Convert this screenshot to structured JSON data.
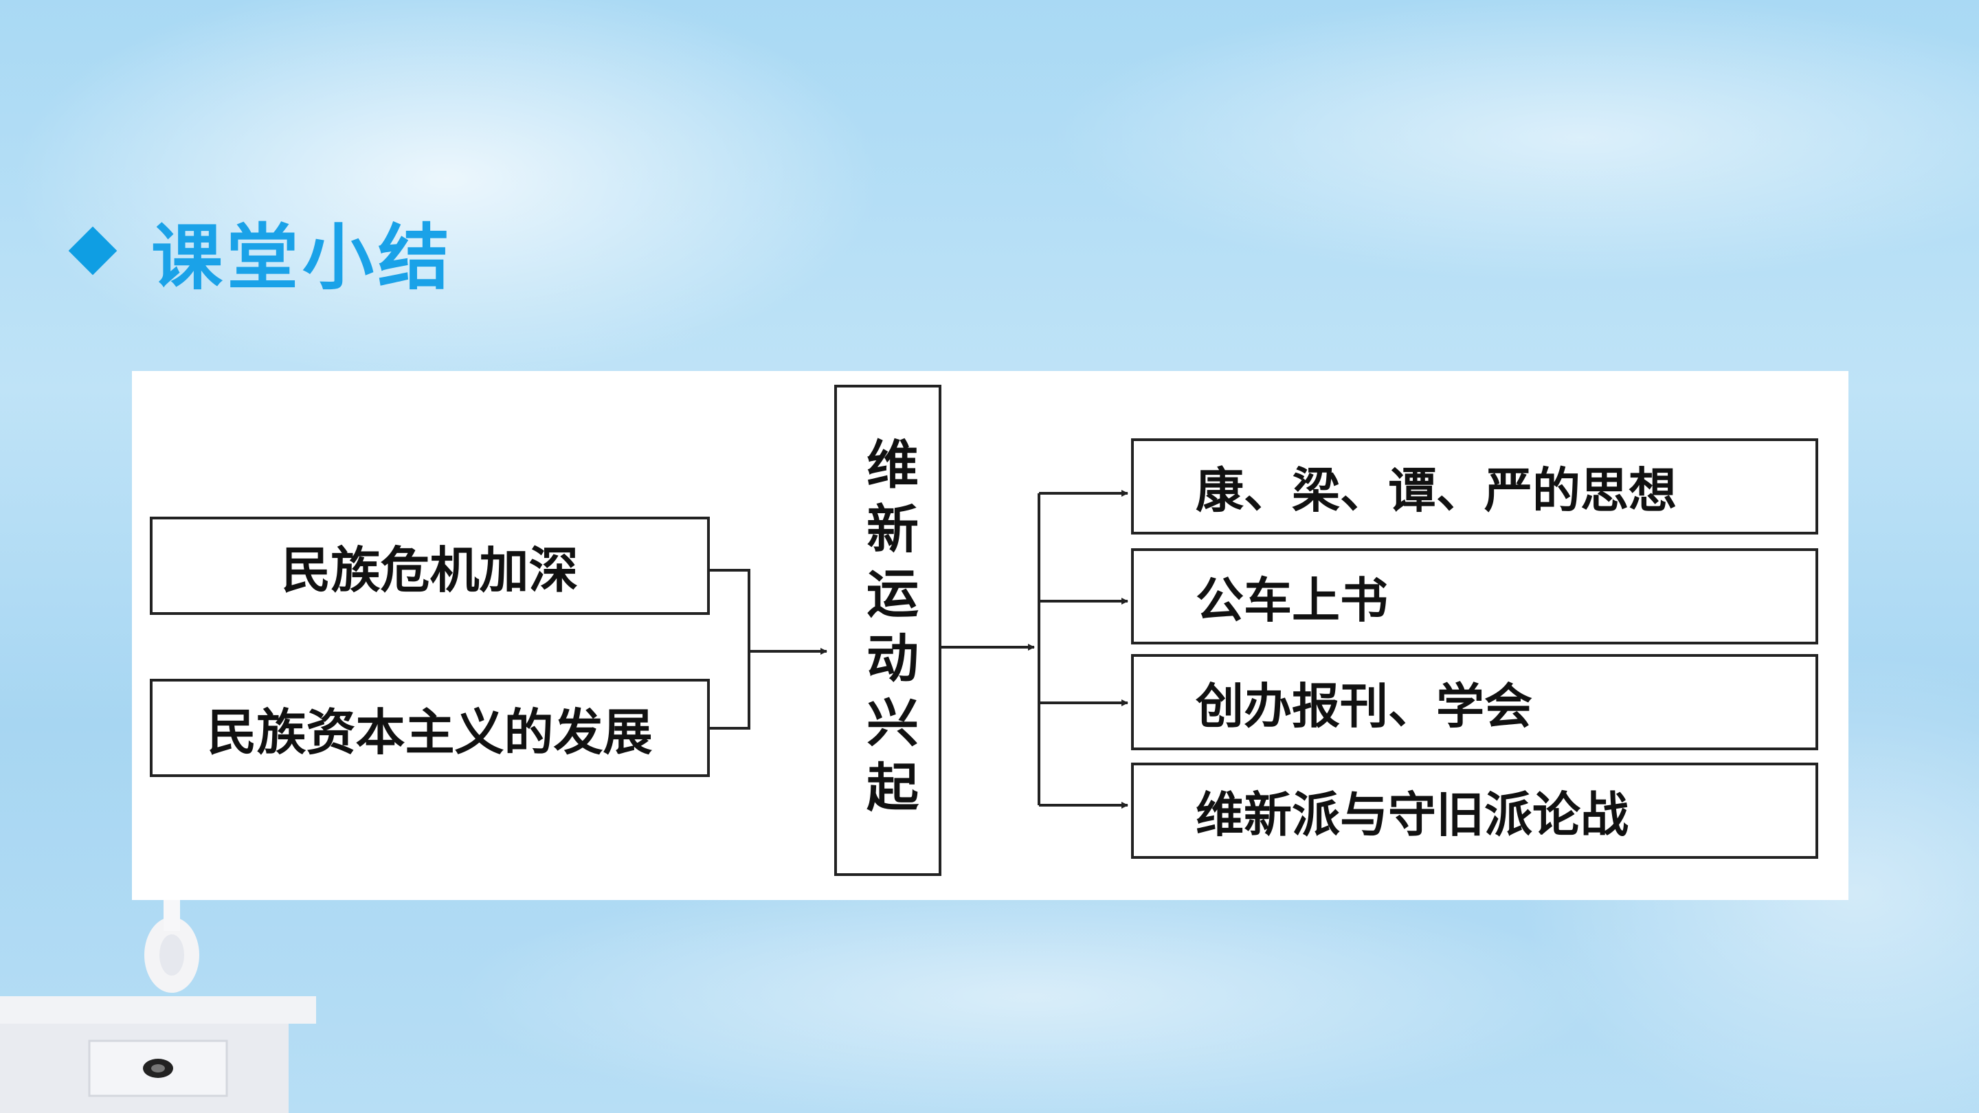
{
  "heading": {
    "text": "课堂小结",
    "icon": "diamond-icon",
    "color": "#1aa2e8"
  },
  "diagram": {
    "causes": [
      "民族危机加深",
      "民族资本主义的发展"
    ],
    "center": "维新运动兴起",
    "results": [
      "康、梁、谭、严的思想",
      "公车上书",
      "创办报刊、学会",
      "维新派与守旧派论战"
    ]
  }
}
